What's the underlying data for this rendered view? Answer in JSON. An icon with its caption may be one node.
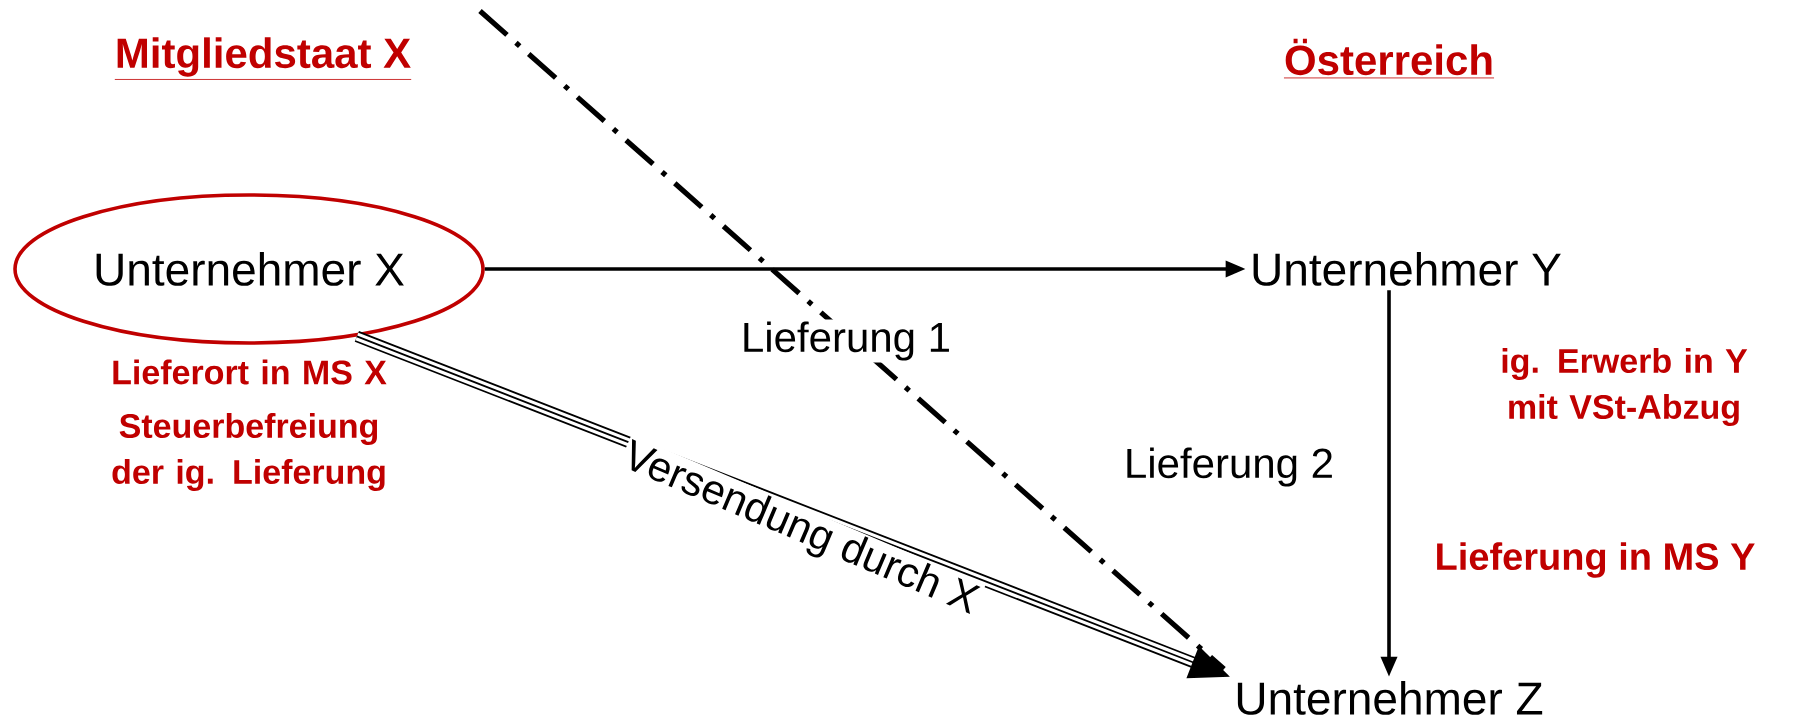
{
  "diagram": {
    "nodes": [
      {
        "text": [
          "Unternehmer X"
        ],
        "beside": [
          "Lieferort in MS X",
          "Steuerbefreiung der ig. Lieferung"
        ]
      },
      {
        "text": [
          "Unternehmer Y"
        ],
        "beside": [
          "ig. Erwerb in Y mit VSt-Abzug"
        ]
      },
      {
        "text": [
          "Unternehmer Z"
        ]
      }
    ],
    "edges": [
      {
        "from": 0,
        "to": 1,
        "arrow": "to",
        "label": "Lieferung 1"
      },
      {
        "from": 1,
        "to": 2,
        "arrow": "to",
        "label": "Lieferung 2"
      },
      {
        "from": 0,
        "to": 2,
        "arrow": "to",
        "label": "Versendung durch X"
      }
    ],
    "labels": [
      "Mitgliedstaat X",
      "Österreich",
      "Lieferung in MS Y"
    ]
  }
}
